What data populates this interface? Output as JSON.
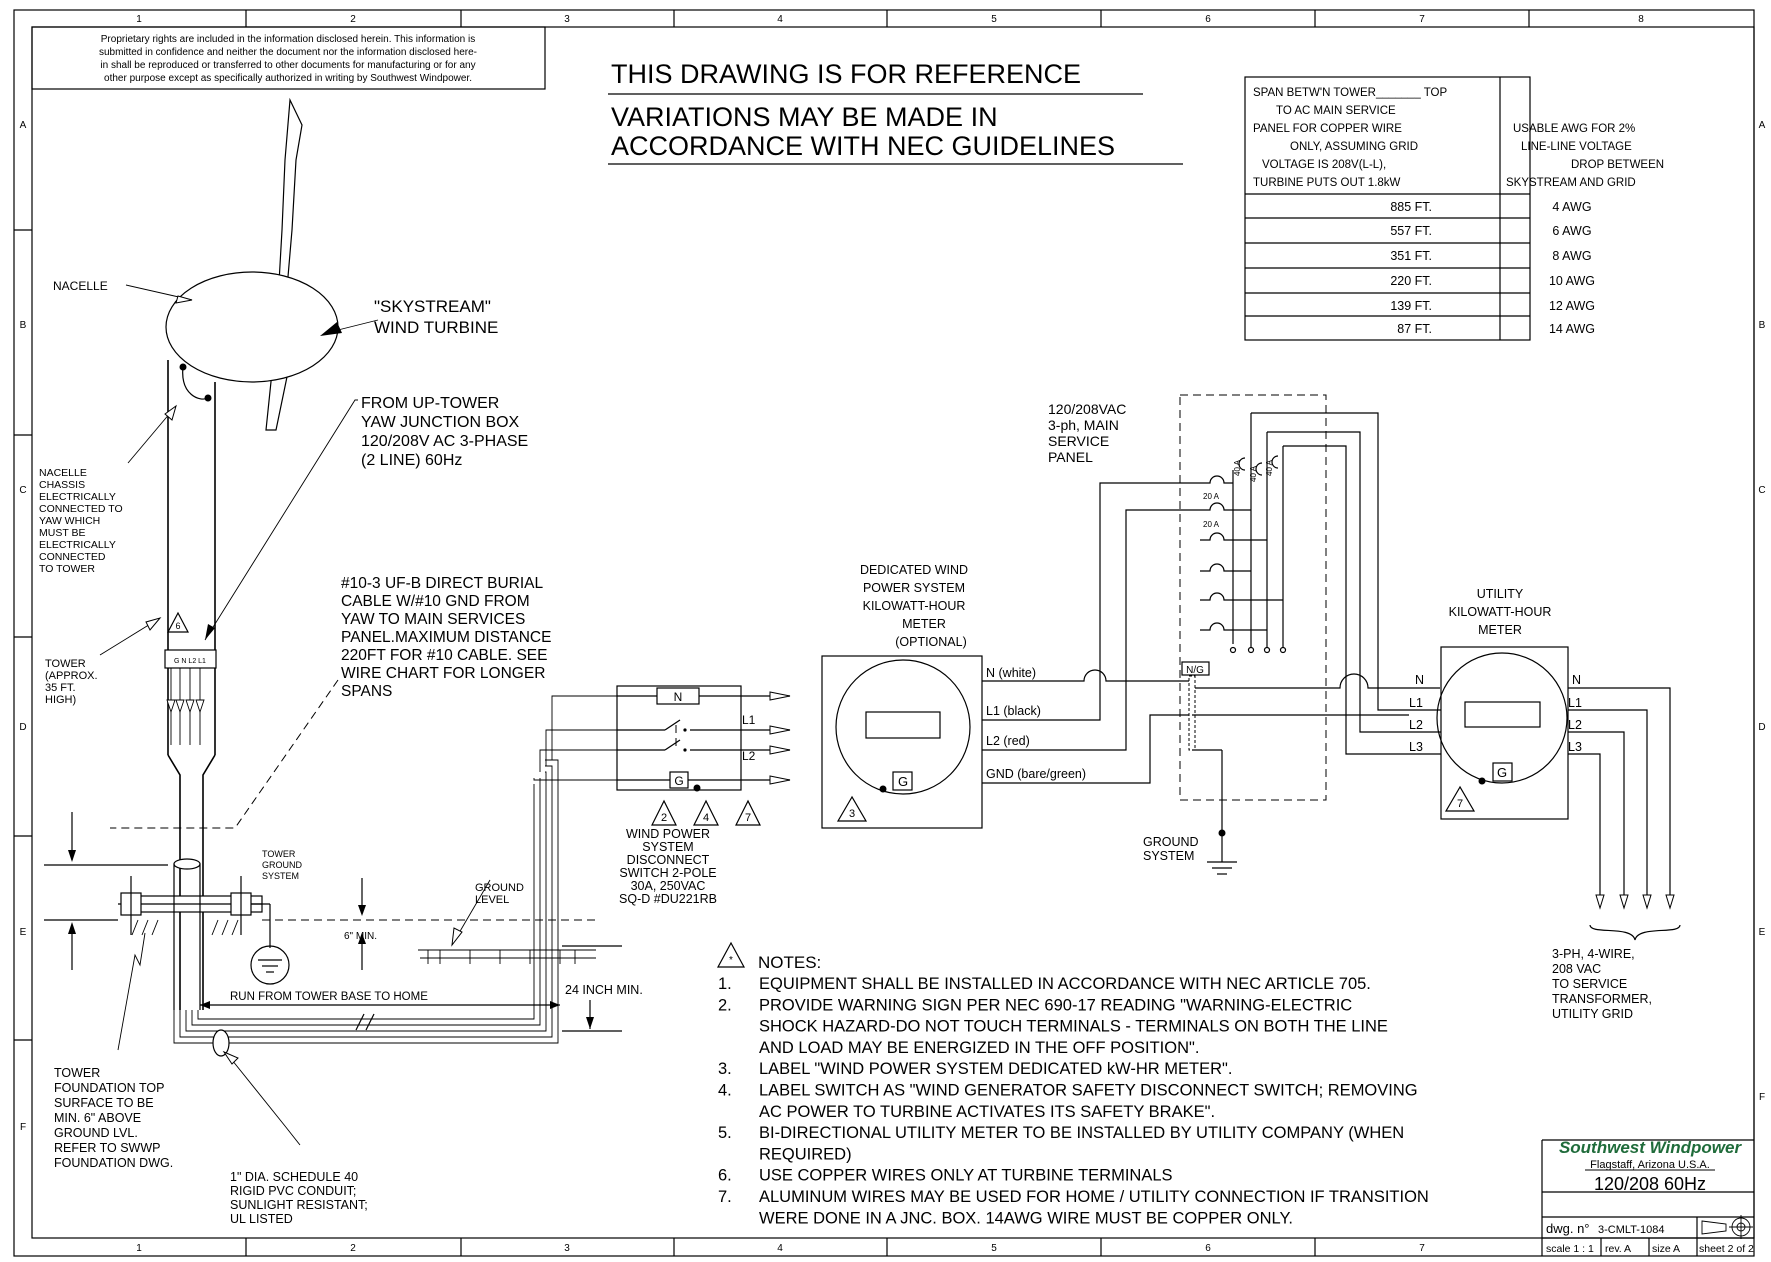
{
  "border": {
    "cols": [
      "1",
      "2",
      "3",
      "4",
      "5",
      "6",
      "7",
      "8"
    ],
    "rows": [
      "A",
      "B",
      "C",
      "D",
      "E",
      "F"
    ],
    "bottom_cols": [
      "1",
      "2",
      "3",
      "4",
      "5",
      "6",
      "7"
    ]
  },
  "proprietary": [
    "Proprietary rights are included in the information disclosed herein. This information is",
    "submitted in confidence and neither the document nor the information disclosed here-",
    "in shall be reproduced or transferred to other documents for manufacturing or for any",
    "other purpose except as specifically authorized in writing by Southwest Windpower."
  ],
  "headline": {
    "line1": "THIS DRAWING IS FOR REFERENCE",
    "line2": "VARIATIONS MAY BE MADE IN",
    "line3": "ACCORDANCE WITH NEC GUIDELINES"
  },
  "wire_table": {
    "header_left": [
      "SPAN BETW'N TOWER_______ TOP",
      "TO AC MAIN SERVICE",
      "PANEL FOR COPPER WIRE",
      "ONLY, ASSUMING GRID",
      "VOLTAGE IS 208V(L-L),",
      "TURBINE PUTS OUT 1.8kW"
    ],
    "header_right": [
      "USABLE AWG FOR 2%",
      "LINE-LINE VOLTAGE",
      "DROP BETWEEN",
      "SKYSTREAM AND GRID"
    ],
    "rows": [
      {
        "span": "885 FT.",
        "awg": "4 AWG"
      },
      {
        "span": "557 FT.",
        "awg": "6 AWG"
      },
      {
        "span": "351 FT.",
        "awg": "8 AWG"
      },
      {
        "span": "220 FT.",
        "awg": "10 AWG"
      },
      {
        "span": "139 FT.",
        "awg": "12 AWG"
      },
      {
        "span": "87 FT.",
        "awg": "14 AWG"
      }
    ]
  },
  "turbine": {
    "nacelle": "NACELLE",
    "name1": "\"SKYSTREAM\"",
    "name2": "WIND TURBINE",
    "chassis": [
      "NACELLE",
      "CHASSIS",
      "ELECTRICALLY",
      "CONNECTED TO",
      "YAW WHICH",
      "MUST BE",
      "ELECTRICALLY",
      "CONNECTED",
      "TO TOWER"
    ],
    "from_up": [
      "FROM UP-TOWER",
      "YAW JUNCTION BOX",
      "120/208V AC 3-PHASE",
      "(2 LINE) 60Hz"
    ],
    "cable": [
      "#10-3 UF-B DIRECT BURIAL",
      "CABLE W/#10 GND FROM",
      "YAW TO MAIN SERVICES",
      "PANEL.MAXIMUM DISTANCE",
      "220FT FOR #10 CABLE.  SEE",
      "WIRE CHART FOR LONGER",
      "SPANS"
    ],
    "tower": [
      "TOWER",
      "(APPROX.",
      "35 FT.",
      "HIGH)"
    ],
    "tower_ground": [
      "TOWER",
      "GROUND",
      "SYSTEM"
    ],
    "six_min": "6\" MIN.",
    "ground_level": [
      "GROUND",
      "LEVEL"
    ],
    "inch24": "24 INCH MIN.",
    "run": "RUN FROM TOWER BASE TO HOME",
    "foundation": [
      "TOWER",
      "FOUNDATION TOP",
      "SURFACE TO BE",
      "MIN. 6\" ABOVE",
      "GROUND LVL.",
      "REFER TO SWWP",
      "FOUNDATION DWG."
    ],
    "conduit": [
      "1\" DIA. SCHEDULE 40",
      "RIGID PVC CONDUIT;",
      "SUNLIGHT RESISTANT;",
      "UL LISTED"
    ],
    "yaw_terms": "G N L2 L1",
    "note6": "6"
  },
  "disconnect": {
    "n": "N",
    "l1": "L1",
    "l2": "L2",
    "g": "G",
    "notes": [
      "2",
      "4",
      "7"
    ],
    "label": [
      "WIND POWER",
      "SYSTEM",
      "DISCONNECT",
      "SWITCH 2-POLE",
      "30A, 250VAC",
      "SQ-D #DU221RB"
    ]
  },
  "dedicated_meter": {
    "title": [
      "DEDICATED WIND",
      "POWER SYSTEM",
      "KILOWATT-HOUR",
      "METER",
      "(OPTIONAL)"
    ],
    "g": "G",
    "note": "3",
    "n_white": "N (white)",
    "l1_black": "L1 (black)",
    "l2_red": "L2 (red)",
    "gnd": "GND (bare/green)"
  },
  "panel": {
    "title": [
      "120/208VAC",
      "3-ph, MAIN",
      "SERVICE",
      "PANEL"
    ],
    "ng": "N/G",
    "a20a": "20 A",
    "a20b": "20 A",
    "a40a": "40 A",
    "a40b": "40 A",
    "a40c": "40 A",
    "ground": [
      "GROUND",
      "SYSTEM"
    ]
  },
  "utility": {
    "title": [
      "UTILITY",
      "KILOWATT-HOUR",
      "METER"
    ],
    "in": [
      "N",
      "L1",
      "L2",
      "L3"
    ],
    "out": [
      "N",
      "L1",
      "L2",
      "L3"
    ],
    "g": "G",
    "note": "7",
    "grid": [
      "3-PH, 4-WIRE,",
      "208 VAC",
      "TO SERVICE",
      "TRANSFORMER,",
      "UTILITY GRID"
    ]
  },
  "notes": {
    "star": "*",
    "title": "NOTES:",
    "items": [
      {
        "n": "1.",
        "lines": [
          "EQUIPMENT SHALL BE INSTALLED IN ACCORDANCE WITH NEC ARTICLE 705."
        ]
      },
      {
        "n": "2.",
        "lines": [
          "PROVIDE WARNING SIGN PER NEC 690-17 READING \"WARNING-ELECTRIC",
          "SHOCK HAZARD-DO NOT TOUCH TERMINALS - TERMINALS ON BOTH THE LINE",
          "AND LOAD MAY BE ENERGIZED IN THE OFF POSITION\"."
        ]
      },
      {
        "n": "3.",
        "lines": [
          "LABEL \"WIND POWER SYSTEM DEDICATED kW-HR METER\"."
        ]
      },
      {
        "n": "4.",
        "lines": [
          "LABEL SWITCH AS \"WIND GENERATOR SAFETY DISCONNECT SWITCH;  REMOVING",
          "AC POWER TO TURBINE ACTIVATES ITS SAFETY BRAKE\"."
        ]
      },
      {
        "n": "5.",
        "lines": [
          "BI-DIRECTIONAL UTILITY METER TO BE INSTALLED BY UTILITY COMPANY (WHEN",
          "REQUIRED)"
        ]
      },
      {
        "n": "6.",
        "lines": [
          "USE COPPER WIRES ONLY AT TURBINE TERMINALS"
        ]
      },
      {
        "n": "7.",
        "lines": [
          "ALUMINUM WIRES MAY BE USED FOR HOME / UTILITY CONNECTION IF TRANSITION",
          "WERE DONE IN A JNC. BOX.  14AWG WIRE MUST BE COPPER ONLY."
        ]
      }
    ]
  },
  "title_block": {
    "company": "Southwest Windpower",
    "location": "Flagstaff, Arizona  U.S.A.",
    "title": "120/208 60Hz",
    "dwg_label": "dwg. n°",
    "dwg_no": "3-CMLT-1084",
    "scale": "scale 1 : 1",
    "rev": "rev. A",
    "size": "size A",
    "sheet": "sheet 2 of 2",
    "brand_color": "#1f6b3a"
  }
}
